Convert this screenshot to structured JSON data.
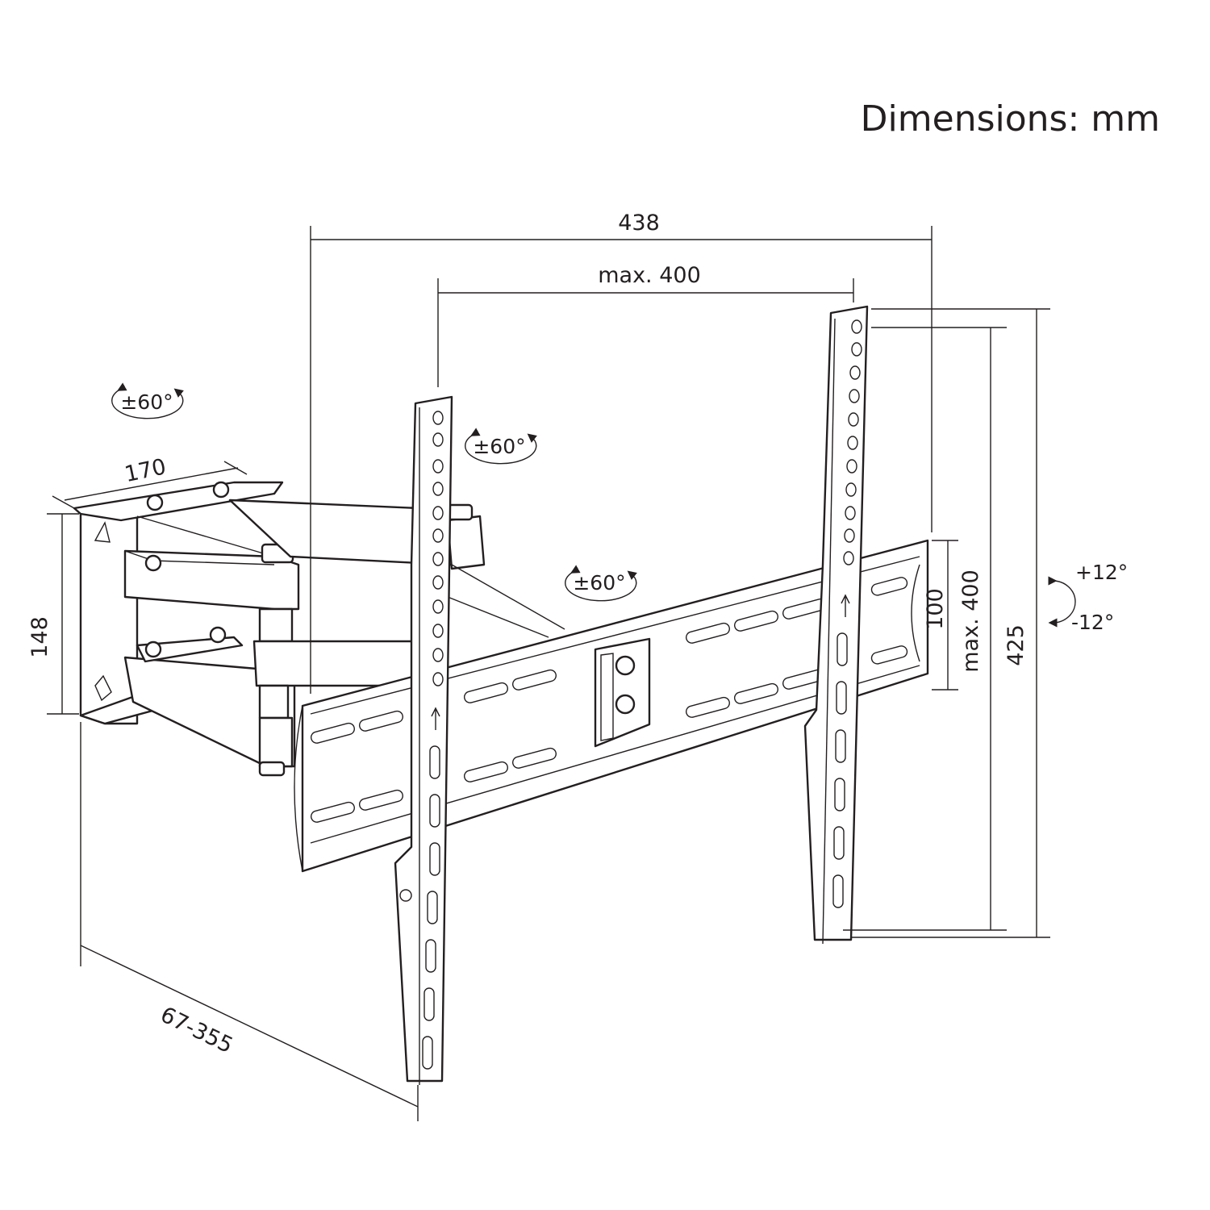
{
  "title": "Dimensions: mm",
  "dimensions": {
    "overall_width": "438",
    "vesa_horizontal": "max. 400",
    "wall_plate_width": "170",
    "wall_plate_height": "148",
    "extension": "67-355",
    "vesa_vertical_spacing": "100",
    "vesa_vertical": "max. 400",
    "overall_height": "425"
  },
  "rotations": {
    "wall_swivel": "±60°",
    "arm_swivel": "±60°",
    "head_swivel": "±60°",
    "tilt_up": "+12°",
    "tilt_down": "-12°"
  },
  "colors": {
    "line": "#231f20",
    "background": "#ffffff"
  },
  "icons": [
    "rotation-arrow-icon",
    "tilt-arrow-icon"
  ]
}
